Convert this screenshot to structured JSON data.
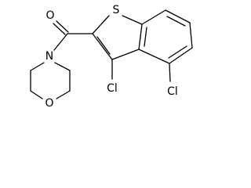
{
  "molecule": {
    "atoms": {
      "oxygen_carbonyl": "O",
      "nitrogen": "N",
      "oxygen_ring": "O",
      "sulfur": "S",
      "chlorine_3": "Cl",
      "chlorine_4": "Cl"
    }
  },
  "colors": {
    "bond": "#000000",
    "label": "#000000",
    "background": "#ffffff"
  }
}
